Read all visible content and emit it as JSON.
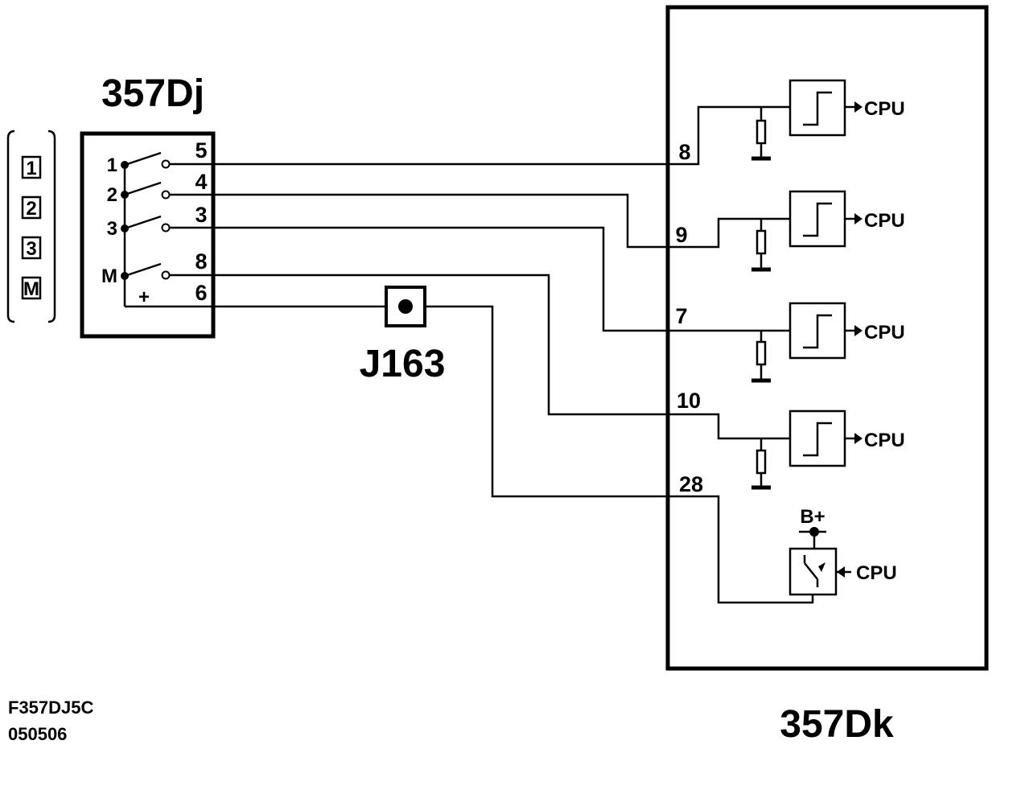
{
  "labels": {
    "switch_unit": "357Dj",
    "control_unit": "357Dk",
    "connector": "J163",
    "drawing_code": "F357DJ5C",
    "drawing_date": "050506"
  },
  "selector_legend": [
    "1",
    "2",
    "3",
    "M"
  ],
  "switch_unit": {
    "contacts": [
      {
        "label": "1",
        "pin": "5"
      },
      {
        "label": "2",
        "pin": "4"
      },
      {
        "label": "3",
        "pin": "3"
      },
      {
        "label": "M",
        "pin": "8"
      }
    ],
    "common_symbol": "+",
    "common_pin": "6"
  },
  "control_unit": {
    "inputs": [
      {
        "pin": "8",
        "output": "CPU"
      },
      {
        "pin": "9",
        "output": "CPU"
      },
      {
        "pin": "7",
        "output": "CPU"
      },
      {
        "pin": "10",
        "output": "CPU"
      }
    ],
    "driver": {
      "pin": "28",
      "supply": "B+",
      "input": "CPU"
    }
  },
  "colors": {
    "ink": "#000000",
    "background": "#ffffff"
  }
}
